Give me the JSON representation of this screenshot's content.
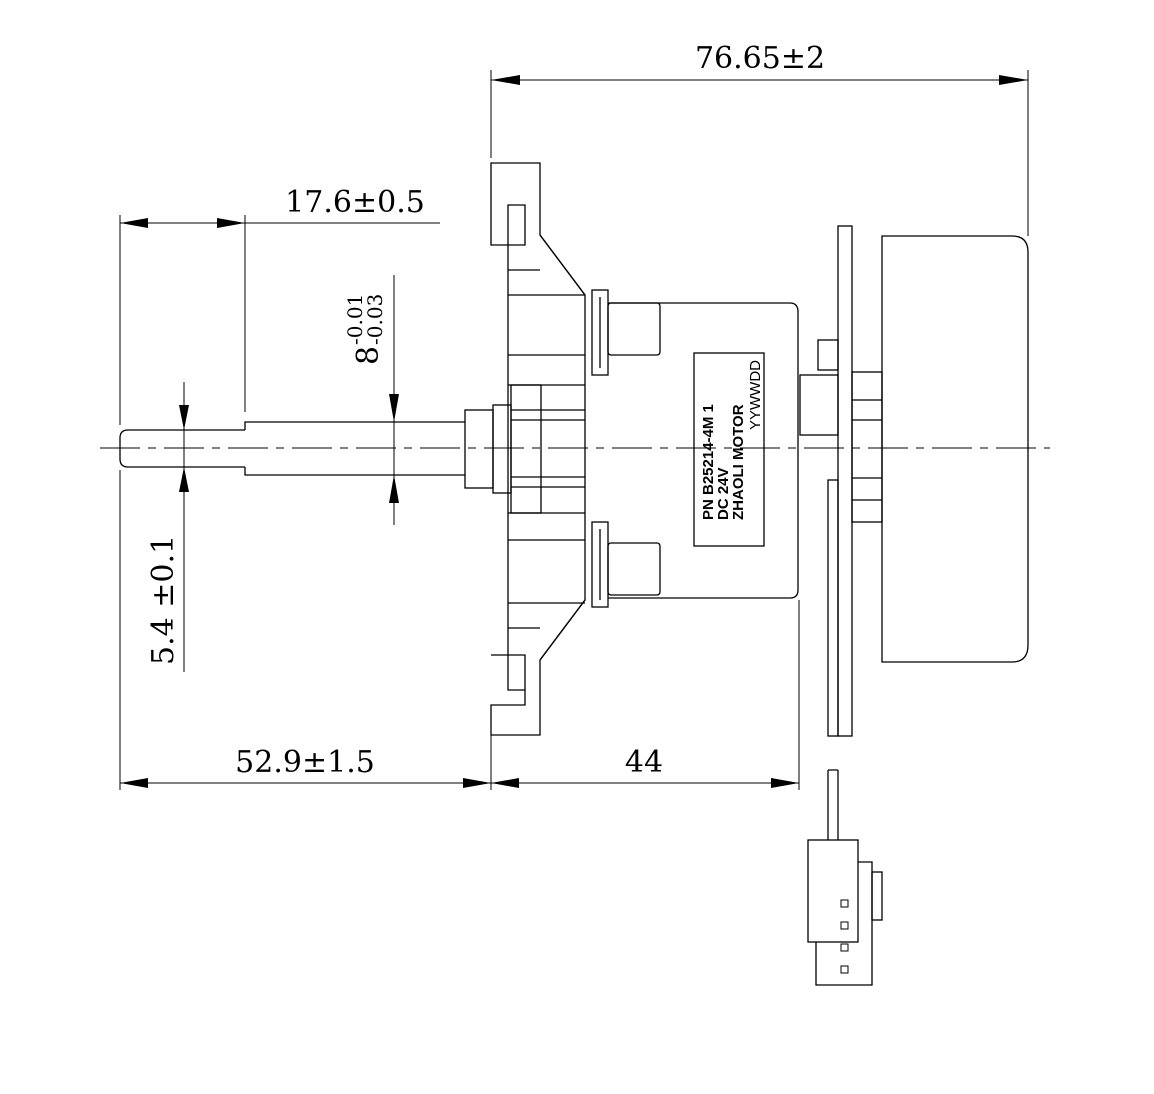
{
  "dimensions": {
    "overall_length": "76.65±2",
    "shaft_length": "17.6±0.5",
    "shaft_diameter_nominal": "8",
    "shaft_diameter_upper_tol": "-0.01",
    "shaft_diameter_lower_tol": "-0.03",
    "flat_width": "5.4 ±0.1",
    "shaft_extension": "52.9±1.5",
    "body_length": "44"
  },
  "label": {
    "line1": "PN B25214-4M 1",
    "line2": "DC  24V",
    "line3": "ZHAOLI  MOTOR",
    "line4": "YYWWDD"
  }
}
